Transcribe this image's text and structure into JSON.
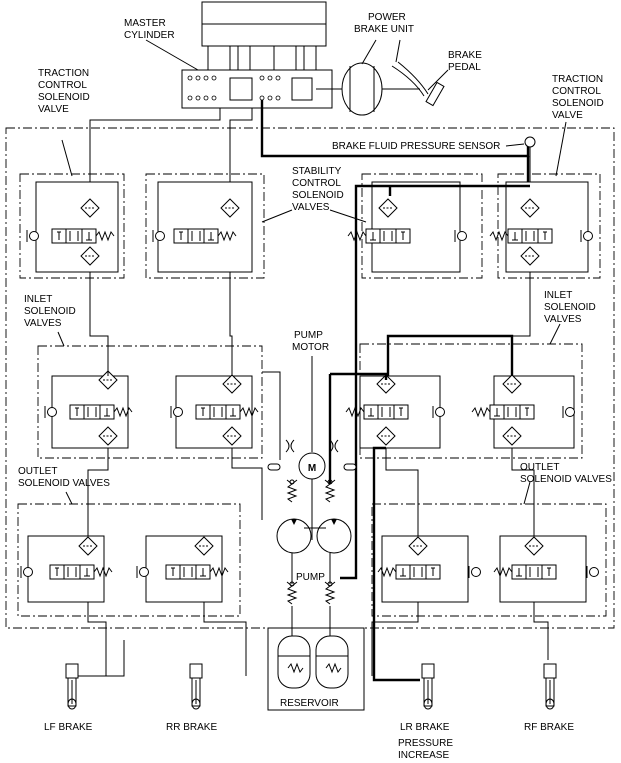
{
  "labels": {
    "master_cylinder": [
      "MASTER",
      "CYLINDER"
    ],
    "power_brake_unit": [
      "POWER",
      "BRAKE UNIT"
    ],
    "brake_pedal": [
      "BRAKE",
      "PEDAL"
    ],
    "traction_left": [
      "TRACTION",
      "CONTROL",
      "SOLENOID",
      "VALVE"
    ],
    "traction_right": [
      "TRACTION",
      "CONTROL",
      "SOLENOID",
      "VALVE"
    ],
    "pressure_sensor": "BRAKE FLUID PRESSURE SENSOR",
    "stability": [
      "STABILITY",
      "CONTROL",
      "SOLENOID",
      "VALVES"
    ],
    "inlet_left": [
      "INLET",
      "SOLENOID",
      "VALVES"
    ],
    "inlet_right": [
      "INLET",
      "SOLENOID",
      "VALVES"
    ],
    "pump_motor": [
      "PUMP",
      "MOTOR"
    ],
    "motor_symbol": "M",
    "outlet_left": [
      "OUTLET",
      "SOLENOID VALVES"
    ],
    "outlet_right": [
      "OUTLET",
      "SOLENOID VALVES"
    ],
    "pump": "PUMP",
    "reservoir": "RESERVOIR",
    "lf_brake": "LF BRAKE",
    "rr_brake": "RR BRAKE",
    "lr_brake": "LR BRAKE",
    "rf_brake": "RF BRAKE",
    "pressure_increase": [
      "PRESSURE",
      "INCREASE"
    ]
  }
}
